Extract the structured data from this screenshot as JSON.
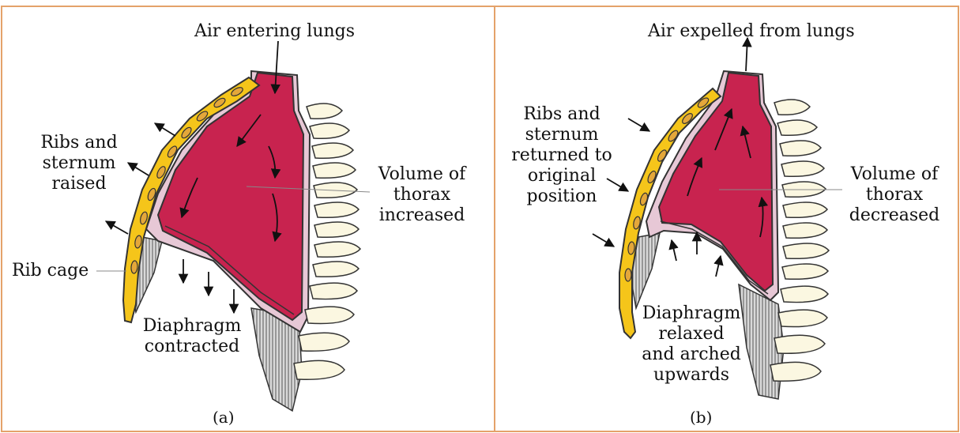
{
  "colors": {
    "lung": "#c8234f",
    "pleura": "#e7c8d6",
    "sternum": "#f5c51a",
    "spine": "#fbf7e1",
    "border": "#e4a26a",
    "ink": "#111111"
  },
  "panel_a": {
    "title": "Air entering lungs",
    "ribs_label_1": "Ribs and",
    "ribs_label_2": "sternum",
    "ribs_label_3": "raised",
    "volume_label_1": "Volume of",
    "volume_label_2": "thorax",
    "volume_label_3": "increased",
    "ribcage_label": "Rib cage",
    "diaphragm_label_1": "Diaphragm",
    "diaphragm_label_2": "contracted",
    "caption": "(a)"
  },
  "panel_b": {
    "title": "Air expelled from lungs",
    "ribs_label_1": "Ribs and",
    "ribs_label_2": "sternum",
    "ribs_label_3": "returned to",
    "ribs_label_4": "original",
    "ribs_label_5": "position",
    "volume_label_1": "Volume of",
    "volume_label_2": "thorax",
    "volume_label_3": "decreased",
    "diaphragm_label_1": "Diaphragm",
    "diaphragm_label_2": "relaxed",
    "diaphragm_label_3": "and arched",
    "diaphragm_label_4": "upwards",
    "caption": "(b)"
  }
}
